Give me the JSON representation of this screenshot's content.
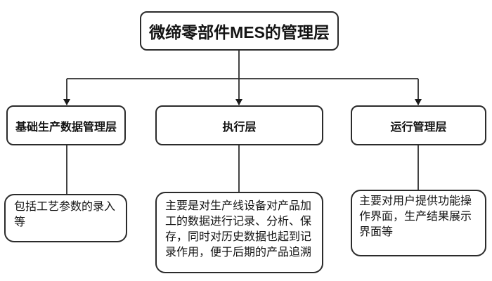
{
  "diagram": {
    "title": "微缔零部件MES的管理层",
    "branches": [
      {
        "label": "基础生产数据管理层",
        "description": "包括工艺参数的录入等"
      },
      {
        "label": "执行层",
        "description": "主要是对生产线设备对产品加工的数据进行记录、分析、保存，同时对历史数据也起到记录作用，便于后期的产品追溯"
      },
      {
        "label": "运行管理层",
        "description": "主要对用户提供功能操作界面，生产结果展示界面等"
      }
    ],
    "colors": {
      "background": "#ffffff",
      "box_border": "#2b2b2b",
      "line": "#2e2e2e",
      "text": "#141414"
    }
  }
}
